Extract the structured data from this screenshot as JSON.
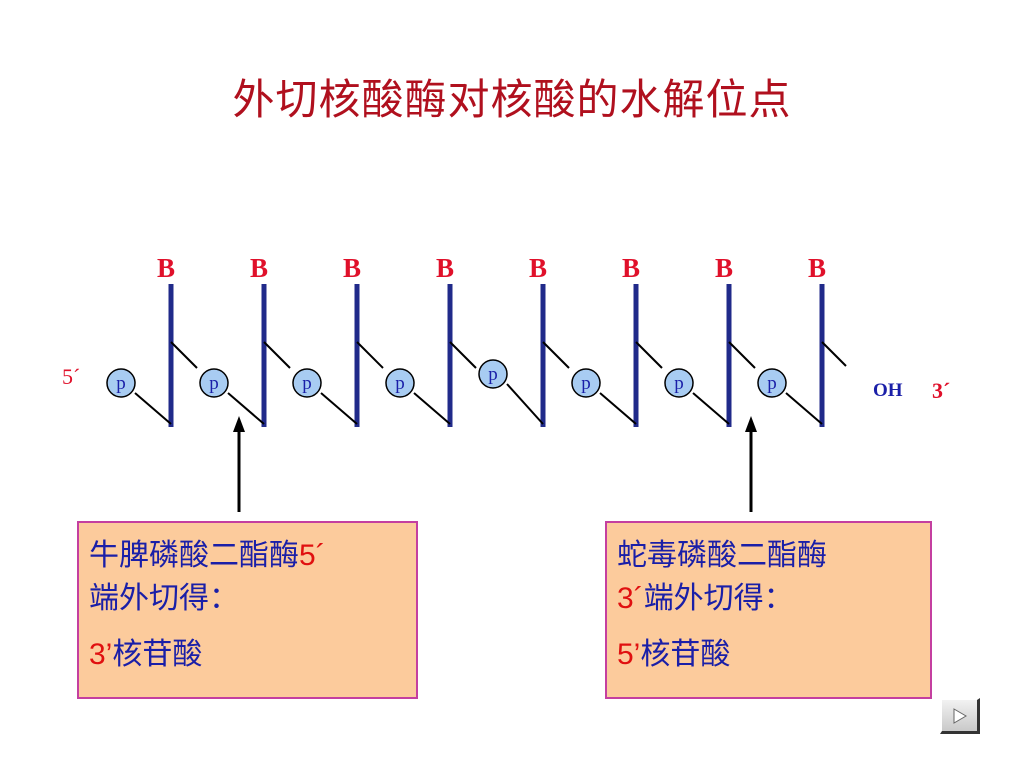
{
  "title": "外切核酸酶对核酸的水解位点",
  "diagram": {
    "base_label": "B",
    "phosphate_label": "p",
    "five_prime_label": "5´",
    "three_prime_label": "3´",
    "oh_label": "OH",
    "unit_count": 8
  },
  "left_enzyme": {
    "line1_text": "牛脾磷酸二酯酶",
    "line1_red": "5´",
    "line2_text": "端外切得：",
    "line3_red": "3’",
    "line3_text": "核苷酸"
  },
  "right_enzyme": {
    "line1_text": "蛇毒磷酸二酯酶",
    "line2_red": "3´",
    "line2_text": "端外切得：",
    "line3_red": "5’",
    "line3_text": "核苷酸"
  },
  "colors": {
    "title": "#b0101e",
    "base": "#e0102a",
    "backbone": "#202a8a",
    "phosphate_fill": "#a8ccf2",
    "box_fill": "#fccb9c",
    "box_border": "#c43fa0",
    "box_text": "#1a1fa8"
  },
  "icons": {
    "next": "triangle-right-icon",
    "arrow": "arrow-up-icon"
  }
}
